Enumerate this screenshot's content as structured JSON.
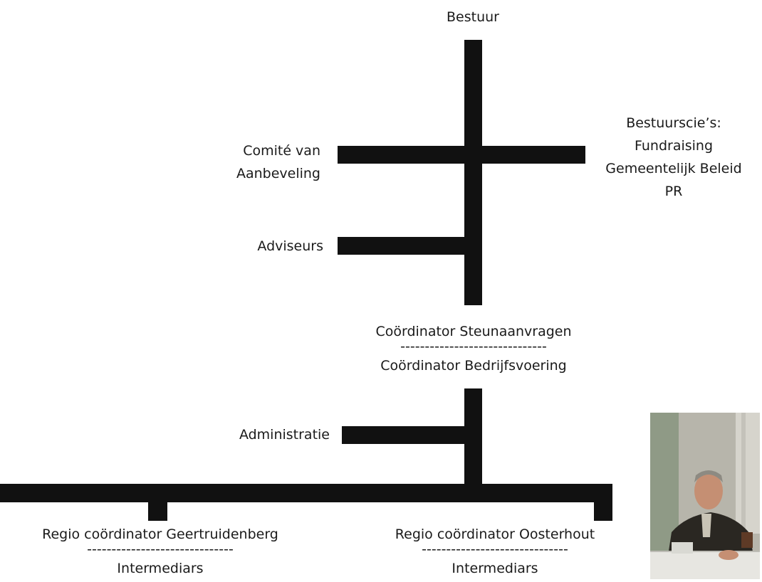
{
  "nodes": {
    "bestuur": "Bestuur",
    "comite_line1": "Comité van",
    "comite_line2": "Aanbeveling",
    "bestuurscie_title": "Bestuurscie’s:",
    "bestuurscie_items": [
      "Fundraising",
      "Gemeentelijk Beleid",
      "PR"
    ],
    "adviseurs": "Adviseurs",
    "coordinator_steun": "Coördinator Steunaanvragen",
    "separator": "------------------------------",
    "coordinator_bedrijf": "Coördinator Bedrijfsvoering",
    "administratie": "Administratie",
    "regio_geertruidenberg": "Regio coördinator Geertruidenberg",
    "regio_oosterhout": "Regio coördinator Oosterhout",
    "intermediars": "Intermediars"
  },
  "colors": {
    "connector": "#111111",
    "text": "#1a1a1a"
  }
}
